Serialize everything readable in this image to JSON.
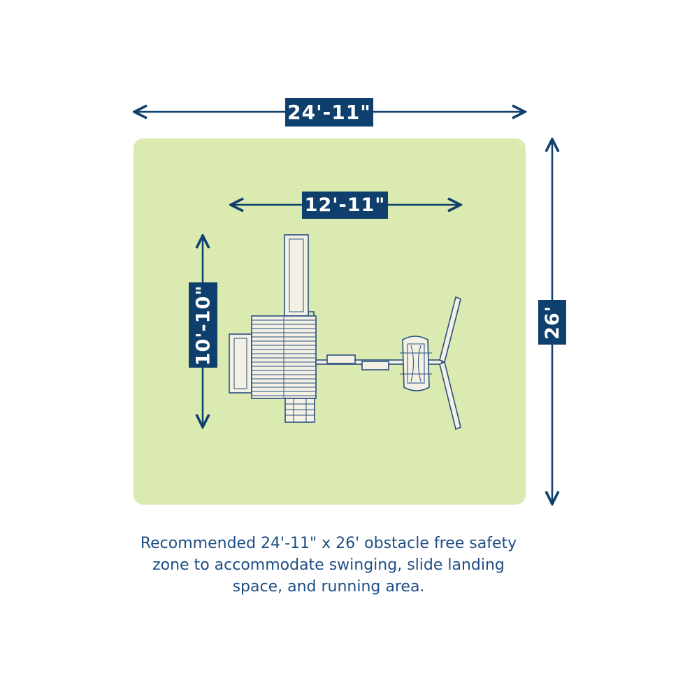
{
  "colors": {
    "zone_fill": "#dbeab0",
    "navy": "#0f3f6c",
    "caption_text": "#1f4e85",
    "equipment_fill": "#f3f0e4"
  },
  "dimensions": {
    "total_width": "24'-11\"",
    "total_height": "26'",
    "equipment_width": "12'-11\"",
    "equipment_height": "10'-10\""
  },
  "caption": {
    "line1": "Recommended 24'-11\" x 26' obstacle free safety",
    "line2": "zone to accommodate swinging, slide landing",
    "line3": "space, and running area."
  },
  "icons": {
    "playset": "playset-top-view-icon"
  }
}
